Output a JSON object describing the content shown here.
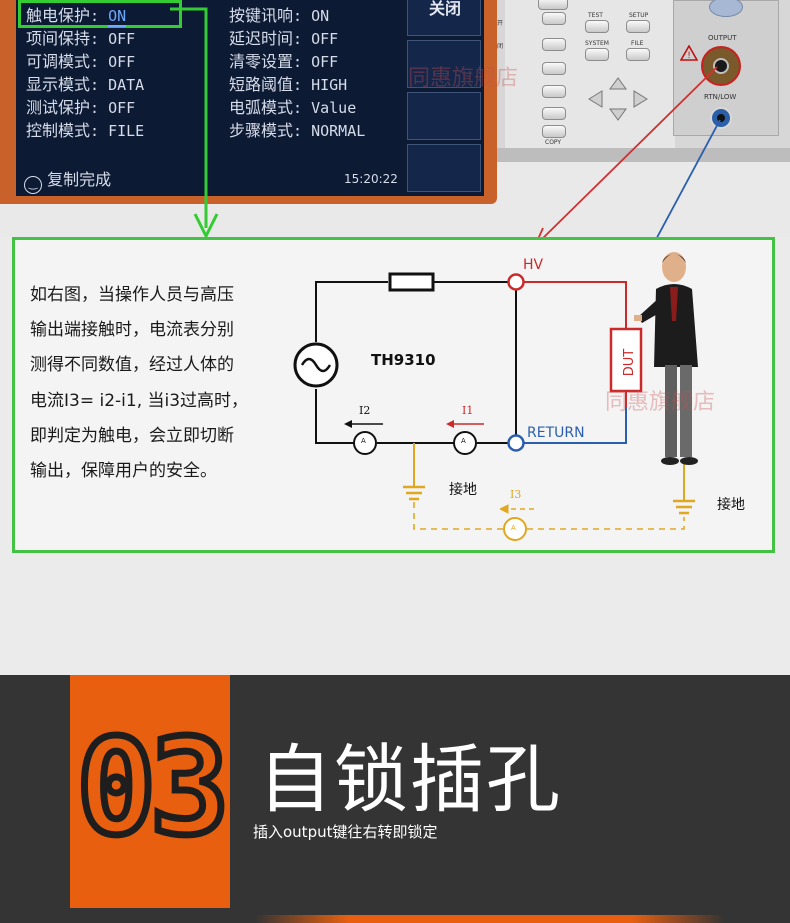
{
  "screen": {
    "left_params": [
      {
        "label": "触电保护",
        "value": "ON"
      },
      {
        "label": "项间保持",
        "value": "OFF"
      },
      {
        "label": "可调模式",
        "value": "OFF"
      },
      {
        "label": "显示模式",
        "value": "DATA"
      },
      {
        "label": "测试保护",
        "value": "OFF"
      },
      {
        "label": "控制模式",
        "value": "FILE"
      }
    ],
    "right_params": [
      {
        "label": "按键讯响",
        "value": "ON"
      },
      {
        "label": "延迟时间",
        "value": "OFF"
      },
      {
        "label": "清零设置",
        "value": "OFF"
      },
      {
        "label": "短路阈值",
        "value": "HIGH"
      },
      {
        "label": "电弧模式",
        "value": "Value"
      },
      {
        "label": "步骤模式",
        "value": "NORMAL"
      }
    ],
    "soft_button": "关闭",
    "status": "复制完成",
    "time": "15:20:22"
  },
  "panel": {
    "side_labels": [
      "打开",
      "关闭"
    ],
    "keys": [
      "TEST",
      "SETUP",
      "SYSTEM",
      "FILE"
    ],
    "copy": "COPY",
    "output": "OUTPUT",
    "rtn": "RTN/LOW"
  },
  "watermark": "同惠旗舰店",
  "description": [
    "如右图，当操作人员与高压",
    "输出端接触时，电流表分别",
    "测得不同数值，经过人体的",
    "电流I3= i2-i1, 当i3过高时，",
    "即判定为触电，会立即切断",
    "输出，保障用户的安全。"
  ],
  "circuit": {
    "model": "TH9310",
    "hv": "HV",
    "return": "RETURN",
    "dut": "DUT",
    "i1": "I1",
    "i2": "I2",
    "i3": "I3",
    "meter": "A",
    "ground_left": "接地",
    "ground_right": "接地"
  },
  "banner": {
    "number": "03",
    "title": "自锁插孔",
    "subtitle": "插入output键往右转即锁定"
  },
  "colors": {
    "lcd_bg": "#0c1a33",
    "lcd_frame": "#c8622a",
    "highlight_green": "#33cc33",
    "hv_red": "#cc2a2a",
    "return_blue": "#2a5fb0",
    "ground_gold": "#e0a820",
    "banner_orange": "#e8600f",
    "banner_dark": "#343434"
  }
}
